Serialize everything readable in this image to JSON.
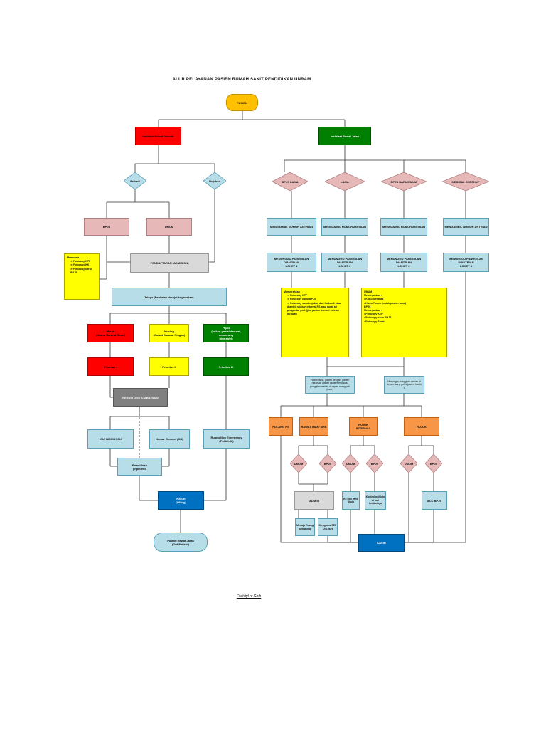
{
  "title": "ALUR PELAYANAN PASIEN RUMAH SAKIT PENDIDIKAN UNRAM",
  "footer": "Orelstyl ot Gblh",
  "start": "PASIEN",
  "inpatient": {
    "header": "Instalasi Rawat Darurat",
    "diamonds": [
      "Pribadi",
      "Rujukan"
    ],
    "payers": [
      "BPJS",
      "UMUM"
    ],
    "requirements_title": "Membawa :",
    "requirements": [
      "Fotocopy KTP",
      "Fotocopy KK",
      "Fotocopy kartu BPJS"
    ],
    "admission": "PENDAFTARAN (ADMISION)",
    "triage": "Triage (Penilaian derajat kegawatan)",
    "triage_levels": [
      "Merah\n(Gawat Darurat Berat)",
      "Kuning\n(Gawat Darurat Ringan)",
      "Hijau\n(bukan gawat darurat, cenderung\nbisa antri)"
    ],
    "priorities": [
      "Prioritas I",
      "Prioritas II",
      "Prioritas III"
    ],
    "resus": "RESUSITASI/ STABILISASI",
    "care": [
      "ICU/ NICU/ ICCU",
      "Kamar Operasi (OK)",
      "Ruang Non Emergency\n(Poliklinik)"
    ],
    "inpatient_care": "Rawat Inap\n(Inpatient)",
    "cashier": "KASIR\n(billing)",
    "discharge": "Pulang Rawat Jalan\n(Out Patient)"
  },
  "outpatient": {
    "header": "Instalasi Rawat Jalan",
    "diamonds": [
      "BPJS LAMA",
      "LAMA",
      "BPJS BARU/UMUM",
      "MEDICAL CHECKUP"
    ],
    "queue_number": [
      "MENGAMBIL NOMOR ANTRIAN",
      "MENGAMBIL NOMOR ANTRIAN",
      "MENGAMBIL NOMOR ANTRIAN",
      "MENGAMBIL NOMOR ANTRIAN"
    ],
    "counters": [
      "MENUNGGU PANGGILAN\nDIANTRIAN\nLOKET 1",
      "MENUNGGU PANGGILAN\nDIANTRIAN\nLOKET 2",
      "MENUNGGU PANGGILAN\nDIANTRIAN\nLOKET 3",
      "MENUNGGU PANGGILAN\nDIANTRIAN\nLOKET 4"
    ],
    "note_bpjs_title": "Menyerahkan :",
    "note_bpjs": [
      "Fotocopy KTP",
      "Fotocopy kartu BPJS",
      "Fotocopy surat rujukan dari faskes 1 atau diambil rujukan internal RS atau surat ari pengantar poli. (jika pasien kontrol setelah dirawat)"
    ],
    "note_umum_lines": [
      "UMUM",
      "Menunjukkan :",
      "• Kartu Identitas",
      "• Kartu Pasien (untuk pasien lama)",
      "BPJS",
      "Menunjukkan :",
      "• Fotocopy KTP",
      "• Fotocopy kartu BPJS",
      "• Fotocopy Surat"
    ],
    "info_left": "Pasien lama, pasien dengan, pasien rekapsik, pasien rawat menunggu panggilan antrian di depan ruang poli (kasir)",
    "info_right": "Menunggu panggilan antrian di depan ruang poli tujuan di bantu 3",
    "outcomes": [
      "PULANG RS",
      "RAWAT INAP/ MRS",
      "RUJUK\nINTERNAL",
      "RUJUK"
    ],
    "small_diamonds": [
      "UMUM",
      "BPJS",
      "UMUM",
      "BPJS",
      "UMUM",
      "BPJS"
    ],
    "admisi": "ADMISI",
    "to_poli": "Ke poli yang dituju",
    "poli_next": "Kontrol poli lain di hari berikutnya",
    "acc": "ACC BPJS",
    "room": "Menuju Ruang Rawat Inap",
    "sep": "Mengurus SEP Di Loket",
    "cashier": "KASIR"
  }
}
